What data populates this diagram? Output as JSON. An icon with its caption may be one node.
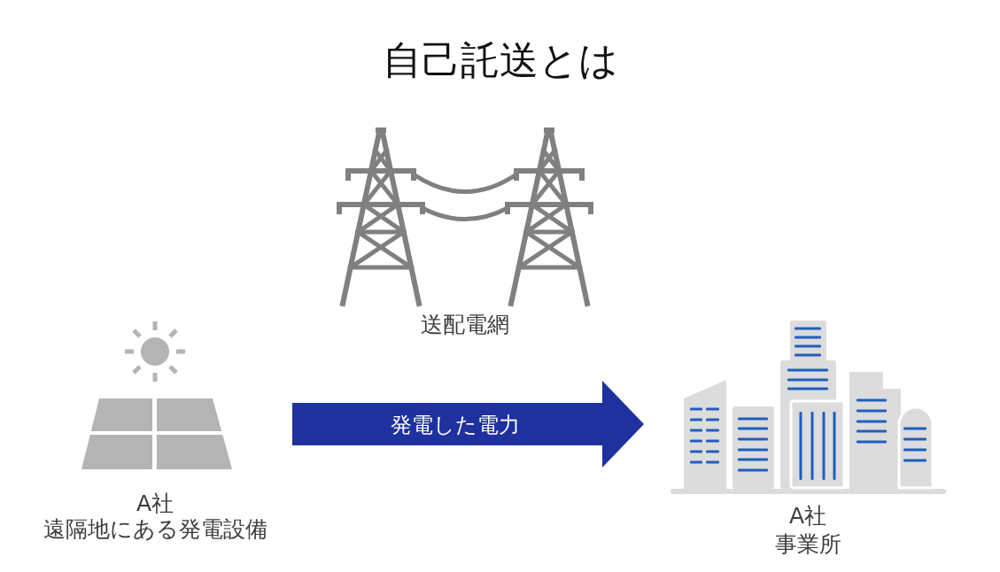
{
  "diagram": {
    "title": "自己託送とは",
    "nodes": [
      {
        "text": [
          "送配電網"
        ]
      },
      {
        "text": [
          "A社",
          "遠隔地にある発電設備"
        ]
      },
      {
        "text": [
          "A社",
          "事業所"
        ]
      }
    ],
    "edges": [
      {
        "from": 1,
        "to": 2,
        "arrow": "to",
        "label": "発電した電力",
        "color": "#1f319f"
      }
    ]
  }
}
